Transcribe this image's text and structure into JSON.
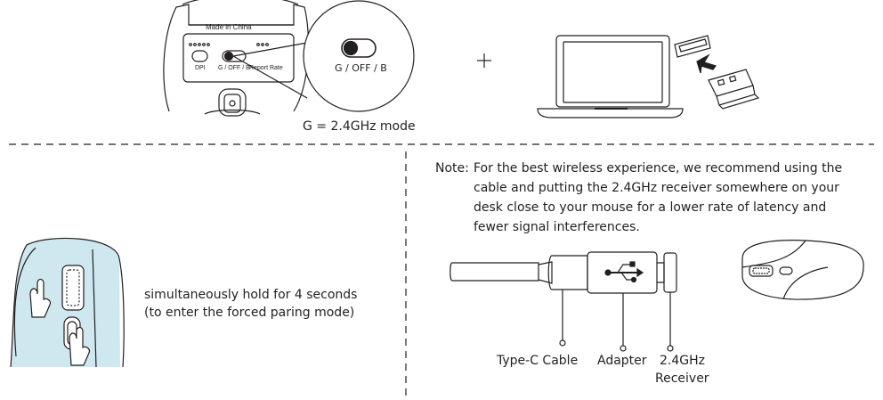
{
  "top": {
    "made_in": "Made  in  China",
    "dpi_label": "DPI",
    "switch_label_small": "G / OFF / B",
    "report_rate_label": "Report Rate",
    "switch_label_zoom": "G / OFF / B",
    "mode_caption": "G = 2.4GHz mode",
    "plus": "+"
  },
  "left": {
    "hold_line1": "simultaneously hold for 4 seconds",
    "hold_line2": "(to enter the forced paring mode)"
  },
  "note": {
    "prefix": "Note:",
    "line1": "For the best wireless experience, we recommend using the",
    "line2": "cable and putting the 2.4GHz receiver somewhere on your",
    "line3": "desk close to your mouse for a lower rate of latency and",
    "line4": "fewer signal interferences."
  },
  "labels": {
    "type_c": "Type-C Cable",
    "adapter": "Adapter",
    "receiver_line1": "2.4GHz",
    "receiver_line2": "Receiver"
  },
  "colors": {
    "line": "#231f20",
    "highlight": "#cfe8ef"
  }
}
